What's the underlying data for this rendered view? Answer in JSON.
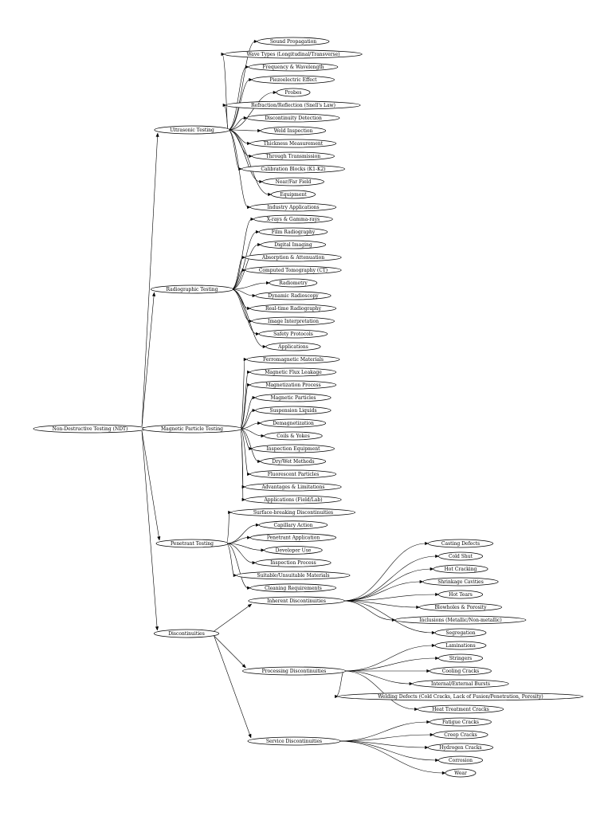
{
  "root": "Non-Destructive Testing (NDT)",
  "categories": [
    {
      "label": "Ultrasonic Testing",
      "children": [
        "Sound Propagation",
        "Wave Types (Longitudinal/Transverse)",
        "Frequency & Wavelength",
        "Piezoelectric Effect",
        "Probes",
        "Refraction/Reflection (Snell's Law)",
        "Discontinuity Detection",
        "Weld Inspection",
        "Thickness Measurement",
        "Through Transmission",
        "Calibration Blocks (K1-K2)",
        "Near/Far Field",
        "Equipment",
        "Industry Applications"
      ]
    },
    {
      "label": "Radiographic Testing",
      "children": [
        "X-rays & Gamma-rays",
        "Film Radiography",
        "Digital Imaging",
        "Absorption & Attenuation",
        "Computed Tomography (CT)",
        "Radiometry",
        "Dynamic Radioscopy",
        "Real-time Radiography",
        "Image Interpretation",
        "Safety Protocols",
        "Applications"
      ]
    },
    {
      "label": "Magnetic Particle Testing",
      "children": [
        "Ferromagnetic Materials",
        "Magnetic Flux Leakage",
        "Magnetization Process",
        "Magnetic Particles",
        "Suspension Liquids",
        "Demagnetization",
        "Coils & Yokes",
        "Inspection Equipment",
        "Dry/Wet Methods",
        "Fluorescent Particles",
        "Advantages & Limitations",
        "Applications (Field/Lab)"
      ]
    },
    {
      "label": "Penetrant Testing",
      "children": [
        "Surface-breaking Discontinuities",
        "Capillary Action",
        "Penetrant Application",
        "Developer Use",
        "Inspection Process",
        "Suitable/Unsuitable Materials",
        "Cleaning Requirements"
      ]
    },
    {
      "label": "Discontinuities",
      "children": [
        {
          "label": "Inherent Discontinuities",
          "children": [
            "Casting Defects",
            "Cold Shut",
            "Hot Cracking",
            "Shrinkage Cavities",
            "Hot Tears",
            "Blowholes & Porosity",
            "Inclusions (Metallic/Non-metallic)",
            "Segregation"
          ]
        },
        {
          "label": "Processing Discontinuities",
          "children": [
            "Laminations",
            "Stringers",
            "Cooling Cracks",
            "Internal/External Bursts",
            "Welding Defects (Cold Cracks, Lack of Fusion/Penetration, Porosity)",
            "Heat Treatment Cracks"
          ]
        },
        {
          "label": "Service Discontinuities",
          "children": [
            "Fatigue Cracks",
            "Creep Cracks",
            "Hydrogen Cracks",
            "Corrosion",
            "Wear"
          ]
        }
      ]
    }
  ]
}
